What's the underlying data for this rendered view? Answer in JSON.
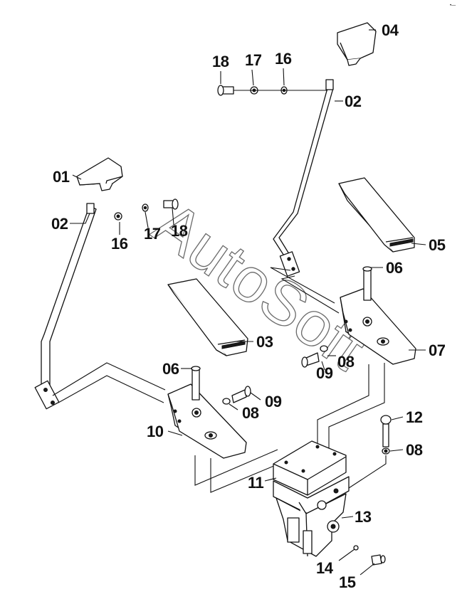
{
  "watermark": "AutoSoft",
  "corner_mark": "•—",
  "callouts": {
    "c01": "01",
    "c02_left": "02",
    "c02_right": "02",
    "c03": "03",
    "c04": "04",
    "c05": "05",
    "c06_right": "06",
    "c06_left": "06",
    "c07": "07",
    "c08_right": "08",
    "c08_left": "08",
    "c08_lower": "08",
    "c09_right": "09",
    "c09_left": "09",
    "c10": "10",
    "c11": "11",
    "c12": "12",
    "c13": "13",
    "c14": "14",
    "c15": "15",
    "c16_top": "16",
    "c16_left": "16",
    "c17_top": "17",
    "c17_left": "17",
    "c18_top": "18",
    "c18_left": "18"
  }
}
